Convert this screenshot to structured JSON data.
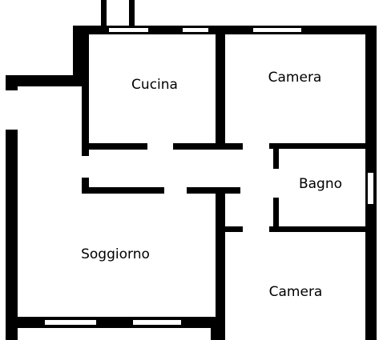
{
  "colors": {
    "wall": "#000000",
    "background": "#ffffff",
    "window": "#ffffff"
  },
  "rooms": {
    "cucina": "Cucina",
    "camera_top": "Camera",
    "bagno": "Bagno",
    "soggiorno": "Soggiorno",
    "camera_bottom": "Camera"
  }
}
